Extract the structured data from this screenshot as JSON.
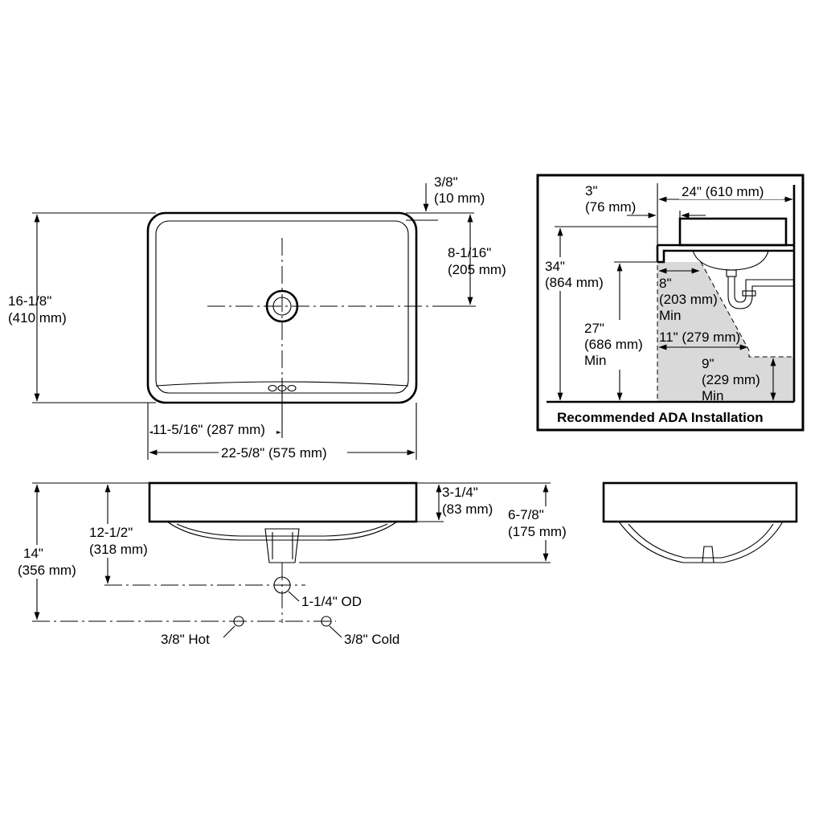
{
  "top_view": {
    "dim_height": [
      "16-1/8\"",
      "(410 mm)"
    ],
    "dim_rim": [
      "3/8\"",
      "(10 mm)"
    ],
    "dim_drain_depth": [
      "8-1/16\"",
      "(205 mm)"
    ],
    "dim_drain_offset": "11-5/16\" (287 mm)",
    "dim_width": "22-5/8\" (575 mm)"
  },
  "front_view": {
    "dim_bowl_depth": [
      "3-1/4\"",
      "(83 mm)"
    ],
    "dim_total_height": [
      "6-7/8\"",
      "(175 mm)"
    ],
    "dim_drain_height": [
      "12-1/2\"",
      "(318 mm)"
    ],
    "dim_supply_height": [
      "14\"",
      "(356 mm)"
    ],
    "label_drain": "1-1/4\" OD",
    "label_hot": "3/8\" Hot",
    "label_cold": "3/8\" Cold"
  },
  "ada_inset": {
    "caption": "Recommended ADA Installation",
    "dim_3": [
      "3\"",
      "(76 mm)"
    ],
    "dim_24": "24\" (610 mm)",
    "dim_34": [
      "34\"",
      "(864 mm)"
    ],
    "dim_27": [
      "27\"",
      "(686 mm)",
      "Min"
    ],
    "dim_8": [
      "8\"",
      "(203 mm)",
      "Min"
    ],
    "dim_11": "11\" (279 mm)",
    "dim_9": [
      "9\"",
      "(229 mm)",
      "Min"
    ]
  }
}
